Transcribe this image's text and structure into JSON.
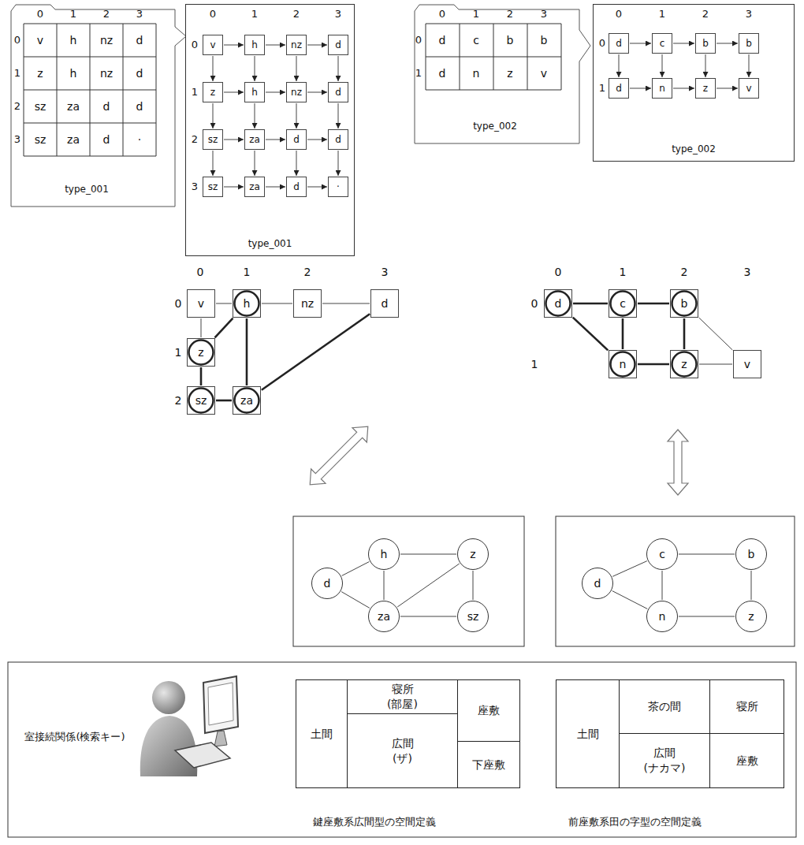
{
  "diagram": {
    "nodes": [
      {
        "text": [
          "type_001"
        ]
      },
      {
        "text": [
          "v"
        ],
        "in": 0
      },
      {
        "text": [
          "h"
        ],
        "in": 0
      },
      {
        "text": [
          "nz"
        ],
        "in": 0
      },
      {
        "text": [
          "d"
        ],
        "in": 0
      },
      {
        "text": [
          "z"
        ],
        "in": 0
      },
      {
        "text": [
          "h"
        ],
        "in": 0
      },
      {
        "text": [
          "nz"
        ],
        "in": 0
      },
      {
        "text": [
          "d"
        ],
        "in": 0
      },
      {
        "text": [
          "sz"
        ],
        "in": 0
      },
      {
        "text": [
          "za"
        ],
        "in": 0
      },
      {
        "text": [
          "d"
        ],
        "in": 0
      },
      {
        "text": [
          "d"
        ],
        "in": 0
      },
      {
        "text": [
          "sz"
        ],
        "in": 0
      },
      {
        "text": [
          "za"
        ],
        "in": 0
      },
      {
        "text": [
          "d"
        ],
        "in": 0
      },
      {
        "text": [
          "·"
        ],
        "in": 0
      },
      {
        "text": [
          "type_002"
        ]
      },
      {
        "text": [
          "d"
        ],
        "in": 17
      },
      {
        "text": [
          "c"
        ],
        "in": 17
      },
      {
        "text": [
          "b"
        ],
        "in": 17
      },
      {
        "text": [
          "b"
        ],
        "in": 17
      },
      {
        "text": [
          "d"
        ],
        "in": 17
      },
      {
        "text": [
          "n"
        ],
        "in": 17
      },
      {
        "text": [
          "z"
        ],
        "in": 17
      },
      {
        "text": [
          "v"
        ],
        "in": 17
      },
      {
        "text": [
          "v"
        ]
      },
      {
        "text": [
          "h"
        ]
      },
      {
        "text": [
          "nz"
        ]
      },
      {
        "text": [
          "d"
        ]
      },
      {
        "text": [
          "z"
        ]
      },
      {
        "text": [
          "sz"
        ]
      },
      {
        "text": [
          "za"
        ]
      },
      {
        "text": [
          "d"
        ]
      },
      {
        "text": [
          "c"
        ]
      },
      {
        "text": [
          "b"
        ]
      },
      {
        "text": [
          "n"
        ]
      },
      {
        "text": [
          "z"
        ]
      },
      {
        "text": [
          "v"
        ]
      },
      {
        "text": [
          "d"
        ]
      },
      {
        "text": [
          "h"
        ]
      },
      {
        "text": [
          "z"
        ]
      },
      {
        "text": [
          "za"
        ]
      },
      {
        "text": [
          "sz"
        ]
      },
      {
        "text": [
          "d"
        ]
      },
      {
        "text": [
          "c"
        ]
      },
      {
        "text": [
          "b"
        ]
      },
      {
        "text": [
          "n"
        ]
      },
      {
        "text": [
          "z"
        ]
      },
      {
        "text": [
          "土間"
        ]
      },
      {
        "text": [
          "寝所(部屋)"
        ]
      },
      {
        "text": [
          "座敷"
        ]
      },
      {
        "text": [
          "広間 (ザ)"
        ]
      },
      {
        "text": [
          "下座敷"
        ]
      },
      {
        "text": [
          "土間"
        ]
      },
      {
        "text": [
          "茶の間"
        ]
      },
      {
        "text": [
          "寝所"
        ]
      },
      {
        "text": [
          "広間 (ナカマ)"
        ]
      },
      {
        "text": [
          "座敷"
        ]
      }
    ],
    "edges": [
      {
        "from": 1,
        "to": 2,
        "arrow": "to"
      },
      {
        "from": 2,
        "to": 3,
        "arrow": "to"
      },
      {
        "from": 3,
        "to": 4,
        "arrow": "to"
      },
      {
        "from": 5,
        "to": 6,
        "arrow": "to"
      },
      {
        "from": 6,
        "to": 7,
        "arrow": "to"
      },
      {
        "from": 7,
        "to": 8,
        "arrow": "to"
      },
      {
        "from": 9,
        "to": 10,
        "arrow": "to"
      },
      {
        "from": 10,
        "to": 11,
        "arrow": "to"
      },
      {
        "from": 11,
        "to": 12,
        "arrow": "to"
      },
      {
        "from": 13,
        "to": 14,
        "arrow": "to"
      },
      {
        "from": 14,
        "to": 15,
        "arrow": "to"
      },
      {
        "from": 15,
        "to": 16,
        "arrow": "to"
      },
      {
        "from": 1,
        "to": 5,
        "arrow": "to"
      },
      {
        "from": 2,
        "to": 6,
        "arrow": "to"
      },
      {
        "from": 3,
        "to": 7,
        "arrow": "to"
      },
      {
        "from": 4,
        "to": 8,
        "arrow": "to"
      },
      {
        "from": 5,
        "to": 9,
        "arrow": "to"
      },
      {
        "from": 6,
        "to": 10,
        "arrow": "to"
      },
      {
        "from": 7,
        "to": 11,
        "arrow": "to"
      },
      {
        "from": 8,
        "to": 12,
        "arrow": "to"
      },
      {
        "from": 9,
        "to": 13,
        "arrow": "to"
      },
      {
        "from": 10,
        "to": 14,
        "arrow": "to"
      },
      {
        "from": 11,
        "to": 15,
        "arrow": "to"
      },
      {
        "from": 12,
        "to": 16,
        "arrow": "to"
      },
      {
        "from": 18,
        "to": 19,
        "arrow": "to"
      },
      {
        "from": 19,
        "to": 20,
        "arrow": "to"
      },
      {
        "from": 20,
        "to": 21,
        "arrow": "to"
      },
      {
        "from": 22,
        "to": 23,
        "arrow": "to"
      },
      {
        "from": 23,
        "to": 24,
        "arrow": "to"
      },
      {
        "from": 24,
        "to": 25,
        "arrow": "to"
      },
      {
        "from": 18,
        "to": 22,
        "arrow": "to"
      },
      {
        "from": 19,
        "to": 23,
        "arrow": "to"
      },
      {
        "from": 20,
        "to": 24,
        "arrow": "to"
      },
      {
        "from": 21,
        "to": 25,
        "arrow": "to"
      },
      {
        "from": 26,
        "to": 27,
        "arrow": "none"
      },
      {
        "from": 27,
        "to": 28,
        "arrow": "none"
      },
      {
        "from": 28,
        "to": 29,
        "arrow": "none"
      },
      {
        "from": 26,
        "to": 30,
        "arrow": "none"
      },
      {
        "from": 30,
        "to": 27,
        "arrow": "none"
      },
      {
        "from": 27,
        "to": 32,
        "arrow": "none"
      },
      {
        "from": 30,
        "to": 31,
        "arrow": "none"
      },
      {
        "from": 31,
        "to": 32,
        "arrow": "none"
      },
      {
        "from": 32,
        "to": 29,
        "arrow": "none"
      },
      {
        "from": 33,
        "to": 34,
        "arrow": "none"
      },
      {
        "from": 34,
        "to": 35,
        "arrow": "none"
      },
      {
        "from": 33,
        "to": 36,
        "arrow": "none"
      },
      {
        "from": 34,
        "to": 36,
        "arrow": "none"
      },
      {
        "from": 35,
        "to": 37,
        "arrow": "none"
      },
      {
        "from": 36,
        "to": 37,
        "arrow": "none"
      },
      {
        "from": 35,
        "to": 38,
        "arrow": "none"
      },
      {
        "from": 37,
        "to": 38,
        "arrow": "none"
      },
      {
        "from": 39,
        "to": 40,
        "arrow": "none"
      },
      {
        "from": 39,
        "to": 42,
        "arrow": "none"
      },
      {
        "from": 40,
        "to": 42,
        "arrow": "none"
      },
      {
        "from": 40,
        "to": 41,
        "arrow": "none"
      },
      {
        "from": 42,
        "to": 41,
        "arrow": "none"
      },
      {
        "from": 41,
        "to": 43,
        "arrow": "none"
      },
      {
        "from": 42,
        "to": 43,
        "arrow": "none"
      },
      {
        "from": 44,
        "to": 45,
        "arrow": "none"
      },
      {
        "from": 44,
        "to": 47,
        "arrow": "none"
      },
      {
        "from": 45,
        "to": 47,
        "arrow": "none"
      },
      {
        "from": 45,
        "to": 46,
        "arrow": "none"
      },
      {
        "from": 46,
        "to": 48,
        "arrow": "none"
      },
      {
        "from": 47,
        "to": 48,
        "arrow": "none"
      }
    ],
    "labels": [
      "0",
      "1",
      "2",
      "3",
      "0",
      "1",
      "2",
      "3",
      "v",
      "h",
      "nz",
      "d",
      "z",
      "h",
      "nz",
      "d",
      "sz",
      "za",
      "d",
      "d",
      "sz",
      "za",
      "d",
      "·",
      "type_001",
      "0",
      "1",
      "2",
      "3",
      "0",
      "1",
      "2",
      "3",
      "0",
      "1",
      "2",
      "3",
      "0",
      "1",
      "d",
      "c",
      "b",
      "b",
      "d",
      "n",
      "z",
      "v",
      "type_002",
      "0",
      "1",
      "2",
      "3",
      "0",
      "1",
      "0",
      "1",
      "2",
      "3",
      "0",
      "1",
      "2",
      "0",
      "1",
      "2",
      "3",
      "0",
      "1",
      "室接続関係(検索キー)",
      "鍵座敷系広間型の空間定義",
      "前座敷系田の字型の空間定義"
    ]
  }
}
